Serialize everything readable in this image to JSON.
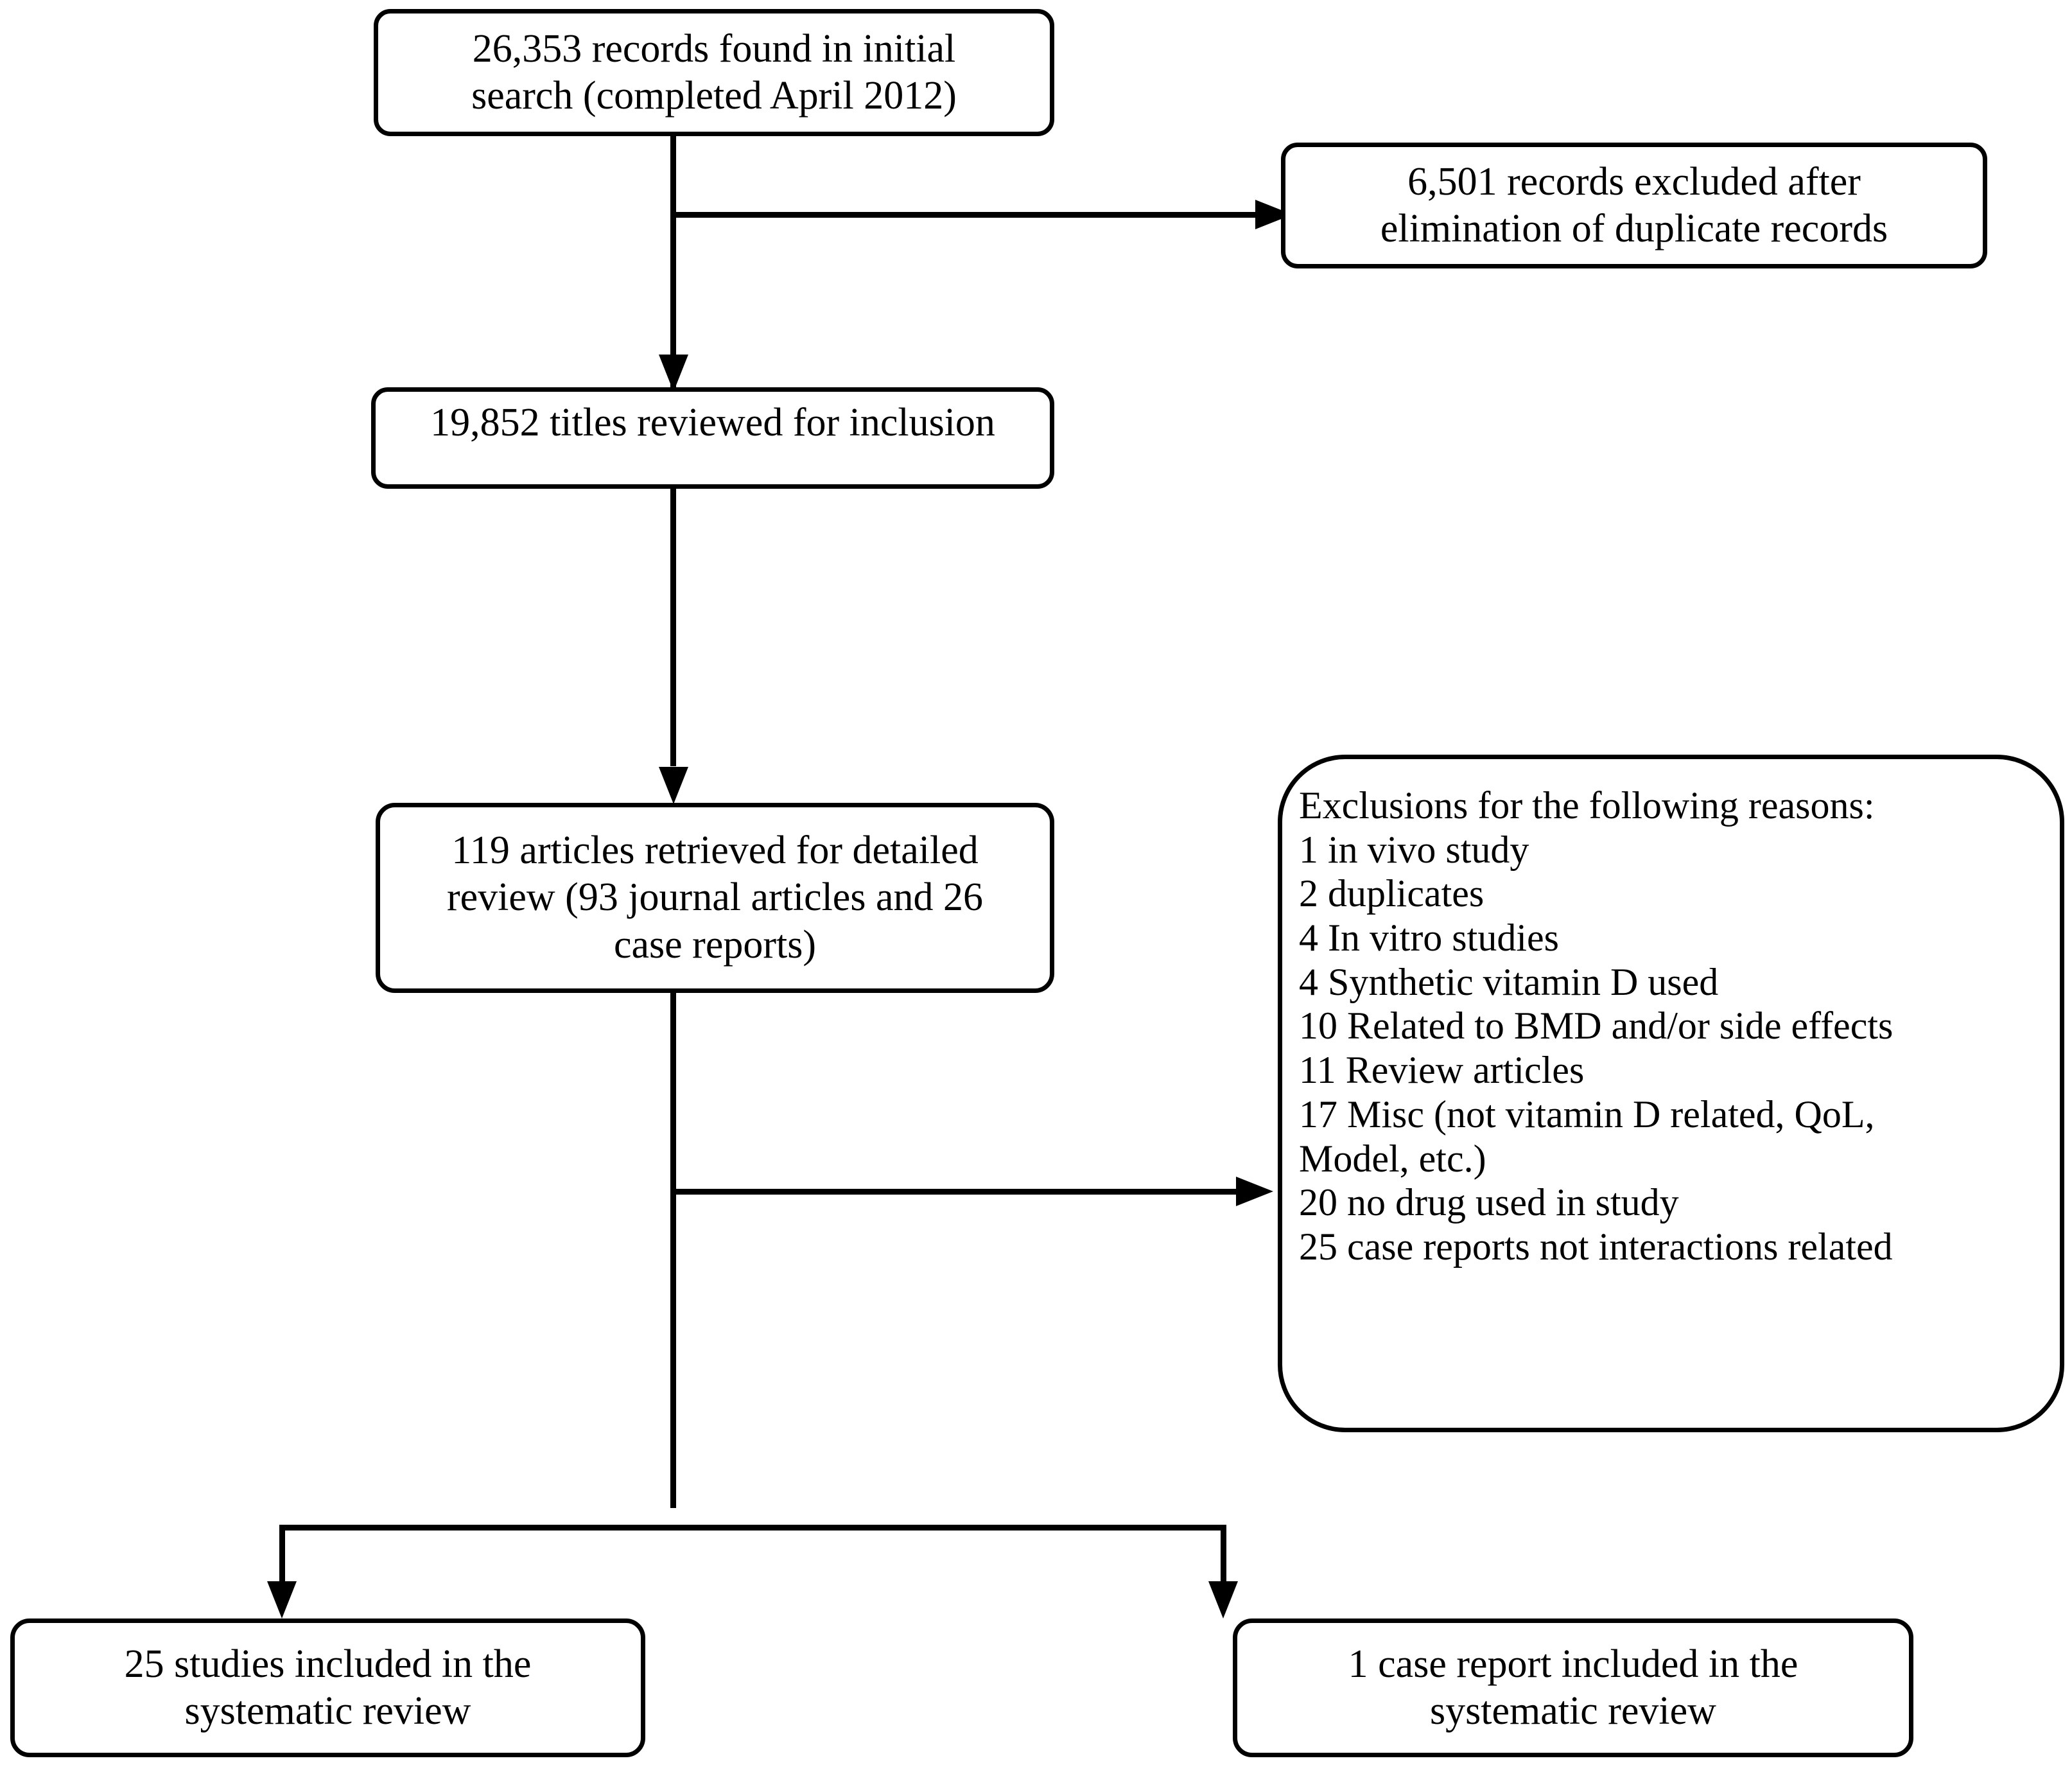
{
  "diagram": {
    "title": "PRISMA study selection flow diagram",
    "ink_color": "#000000",
    "background_color": "#ffffff"
  },
  "nodes": {
    "initial_search": {
      "name": "initial-search",
      "lines": [
        "26,353 records found in initial",
        "search (completed April  2012)"
      ]
    },
    "duplicates_excluded": {
      "name": "duplicates-excluded",
      "lines": [
        "6,501 records excluded after",
        "elimination of duplicate records"
      ]
    },
    "titles_reviewed": {
      "name": "titles-reviewed",
      "lines": [
        "19,852 titles reviewed  for inclusion"
      ]
    },
    "articles_retrieved": {
      "name": "articles-retrieved",
      "lines": [
        "119 articles retrieved  for detailed",
        "review (93 journal articles and 26",
        "case reports)"
      ]
    },
    "exclusions": {
      "name": "exclusions",
      "heading": "Exclusions for the following  reasons:",
      "reasons": [
        "1 in vivo study",
        "2 duplicates",
        "4 In vitro studies",
        "4 Synthetic vitamin D used",
        "10 Related to BMD and/or side effects",
        "11 Review articles",
        "17 Misc (not vitamin D related, QoL,",
        "Model, etc.)",
        "20 no drug used in study",
        "25 case reports not interactions related"
      ]
    },
    "studies_included": {
      "name": "studies-included",
      "lines": [
        "25 studies included in the",
        "systematic review"
      ]
    },
    "case_report_included": {
      "name": "case-report-included",
      "lines": [
        "1 case report included in the",
        "systematic review"
      ]
    }
  },
  "connectors": [
    {
      "name": "initial-search-to-titles-reviewed",
      "type": "arrow-down"
    },
    {
      "name": "initial-search-to-duplicates-excluded",
      "type": "arrow-right"
    },
    {
      "name": "titles-reviewed-to-articles-retrieved",
      "type": "arrow-down"
    },
    {
      "name": "articles-retrieved-to-exclusions",
      "type": "arrow-right"
    },
    {
      "name": "articles-retrieved-to-studies-included",
      "type": "arrow-down"
    },
    {
      "name": "articles-retrieved-to-case-report-included",
      "type": "arrow-down"
    }
  ]
}
